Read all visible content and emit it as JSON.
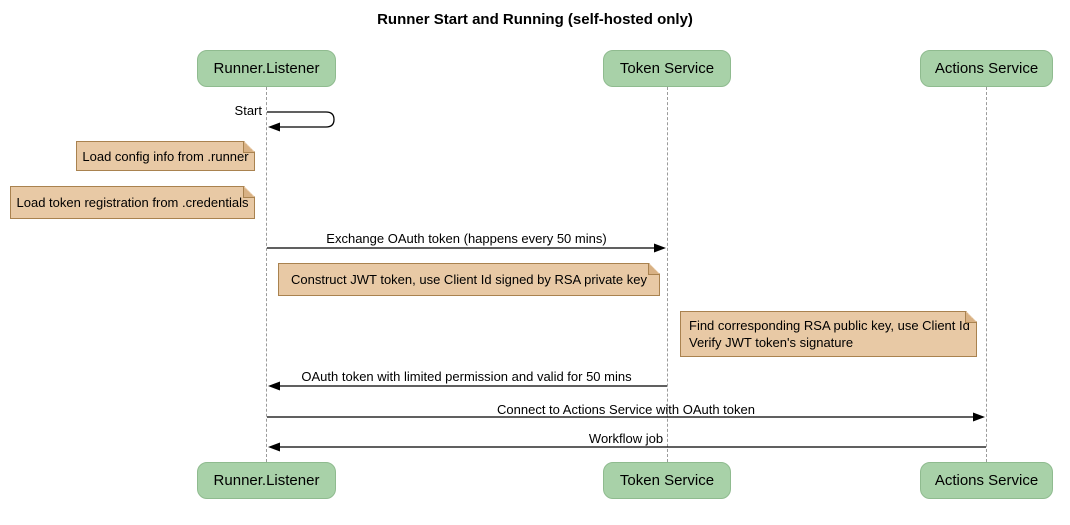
{
  "title": "Runner Start and Running (self-hosted only)",
  "participants": [
    {
      "name": "Runner.Listener"
    },
    {
      "name": "Token Service"
    },
    {
      "name": "Actions Service"
    }
  ],
  "messages": {
    "start": "Start",
    "exchange": "Exchange OAuth token (happens every 50 mins)",
    "oauth_return": "OAuth token with limited permission and valid for 50 mins",
    "connect": "Connect to Actions Service with OAuth token",
    "workflow": "Workflow job"
  },
  "notes": {
    "config": "Load config info from .runner",
    "credentials": "Load token registration from .credentials",
    "jwt": "Construct JWT token, use Client Id signed by RSA private key",
    "verify_line1": "Find corresponding RSA public key, use Client Id",
    "verify_line2": "Verify JWT token's signature"
  },
  "colors": {
    "actor_fill": "#a8d1a8",
    "actor_border": "#8fbb8f",
    "note_fill": "#e8c9a5",
    "note_border": "#a9824f",
    "note_fold": "#d8b184",
    "lifeline": "#9b9b9b",
    "arrow": "#000000"
  }
}
